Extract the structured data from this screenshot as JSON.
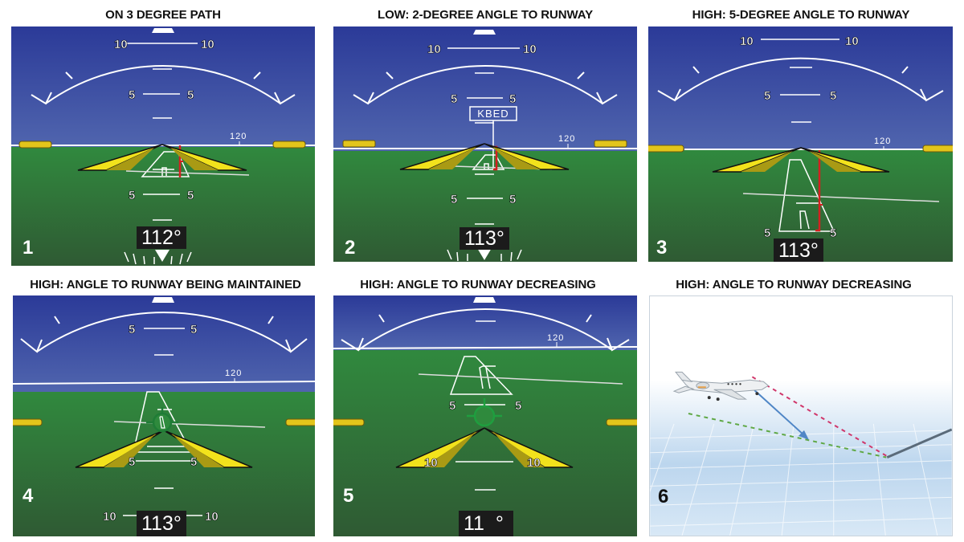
{
  "figure": {
    "colors": {
      "sky_top": "#2b3a98",
      "sky_bottom": "#4e63ad",
      "ground_top": "#2f8a3d",
      "ground_bottom": "#2e5e34",
      "horizon": "#ffffff",
      "wing_fill": "#f2e21c",
      "wing_shade": "#a99a14",
      "flight_path_marker": "#1f9e3f",
      "vertical_deviation": "#d42020",
      "glidepath_green": "#5fa845",
      "glidepath_red": "#d0366a",
      "flight_vector_blue": "#4f86c6",
      "heading_box": "#1b1b1b"
    },
    "panels": [
      {
        "number": "1",
        "caption": "ON 3 DEGREE PATH",
        "heading": "112°",
        "heading_tape_label": "120",
        "pitch_labels": {
          "upper_10": "10",
          "upper_5": "5",
          "lower_5": "5"
        },
        "state": "on-path"
      },
      {
        "number": "2",
        "caption": "LOW: 2-DEGREE ANGLE TO RUNWAY",
        "heading": "113°",
        "heading_tape_label": "120",
        "airport_label": "KBED",
        "pitch_labels": {
          "upper_10": "10",
          "upper_5": "5",
          "lower_5": "5"
        },
        "state": "low"
      },
      {
        "number": "3",
        "caption": "HIGH: 5-DEGREE ANGLE TO RUNWAY",
        "heading": "113°",
        "heading_tape_label": "120",
        "pitch_labels": {
          "upper_10": "10",
          "upper_5": "5",
          "lower_5": "5"
        },
        "state": "high"
      },
      {
        "number": "4",
        "caption": "HIGH: ANGLE TO RUNWAY BEING MAINTAINED",
        "heading": "113°",
        "heading_tape_label": "120",
        "pitch_labels": {
          "upper_5": "5",
          "lower_5": "5",
          "lower_10": "10"
        },
        "state": "high-maintained"
      },
      {
        "number": "5",
        "caption": "HIGH: ANGLE TO RUNWAY DECREASING",
        "heading": "11  °",
        "heading_tape_label": "120",
        "pitch_labels": {
          "lower_5": "5",
          "lower_10": "10"
        },
        "state": "high-decreasing"
      },
      {
        "number": "6",
        "caption": "HIGH: ANGLE TO RUNWAY DECREASING",
        "illustration": "aircraft-above-glidepath",
        "legend": {
          "green_dashed": "normal glidepath",
          "red_dashed": "current steep path",
          "blue_arrow": "flight path vector"
        }
      }
    ]
  }
}
